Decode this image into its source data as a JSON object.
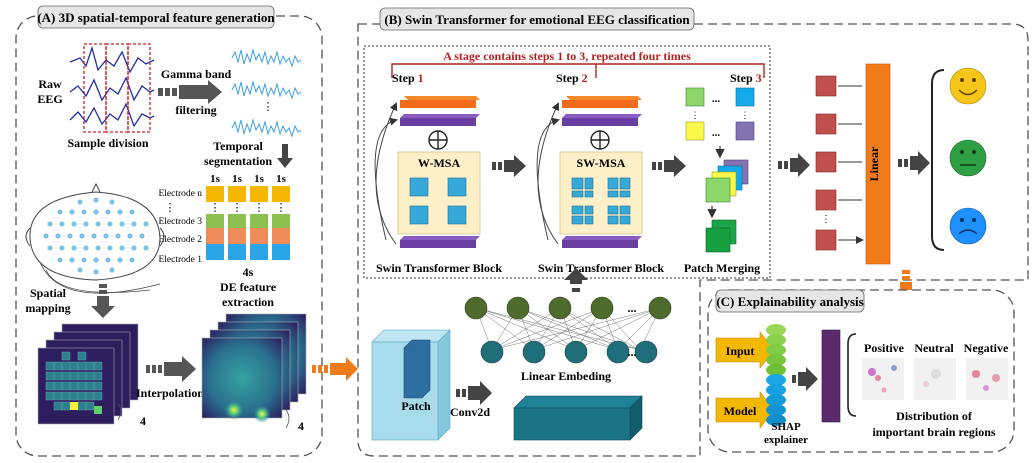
{
  "panels": {
    "a_title": "(A) 3D spatial-temporal feature generation",
    "b_title": "(B) Swin Transformer for emotional EEG classification",
    "c_title": "(C) Explainability analysis"
  },
  "panel_a": {
    "raw_eeg_line1": "Raw",
    "raw_eeg_line2": "EEG",
    "gamma_line1": "Gamma band",
    "gamma_line2": "filtering",
    "sample_division": "Sample division",
    "temporal_line1": "Temporal",
    "temporal_line2": "segmentation",
    "seg_labels": [
      "1s",
      "1s",
      "1s",
      "1s"
    ],
    "electrodes": [
      "Electrode n",
      "Electrode 3",
      "Electrode 2",
      "Electrode 1"
    ],
    "dots": "⋮",
    "four_s": "4s",
    "de_line1": "DE feature",
    "de_line2": "extraction",
    "spatial_line1": "Spatial",
    "spatial_line2": "mapping",
    "interpolation": "Interpolation",
    "stack_count_left": "4",
    "stack_count_right": "4"
  },
  "panel_b": {
    "stage_note": "A stage contains steps 1 to 3, repeated four times",
    "step1": "Step 1",
    "step2": "Step 2",
    "step3": "Step 3",
    "wmsa": "W-MSA",
    "swmsa": "SW-MSA",
    "swin_block_1": "Swin Transformer Block",
    "swin_block_2": "Swin Transformer Block",
    "patch_merging": "Patch Merging",
    "linear": "Linear",
    "linear_embedding": "Linear Embeding",
    "patch": "Patch",
    "conv2d": "Conv2d",
    "ellipsis": "...",
    "vdots": "⋮"
  },
  "panel_c": {
    "input": "Input",
    "model": "Model",
    "shap_line1": "SHAP",
    "shap_line2": "explainer",
    "positive": "Positive",
    "neutral": "Neutral",
    "negative": "Negative",
    "dist_line1": "Distribution of",
    "dist_line2": "important brain regions"
  },
  "colors": {
    "emotion_positive": "#f5c518",
    "emotion_neutral": "#2ea043",
    "emotion_negative": "#1e90ff",
    "linear_bar": "#ef7b1a",
    "output_node": "#c0504d",
    "step_red": "#b22222",
    "embed_top": "#4e6b2e",
    "embed_bottom": "#1f6f7a",
    "shap_bar": "#5b2a6e"
  }
}
